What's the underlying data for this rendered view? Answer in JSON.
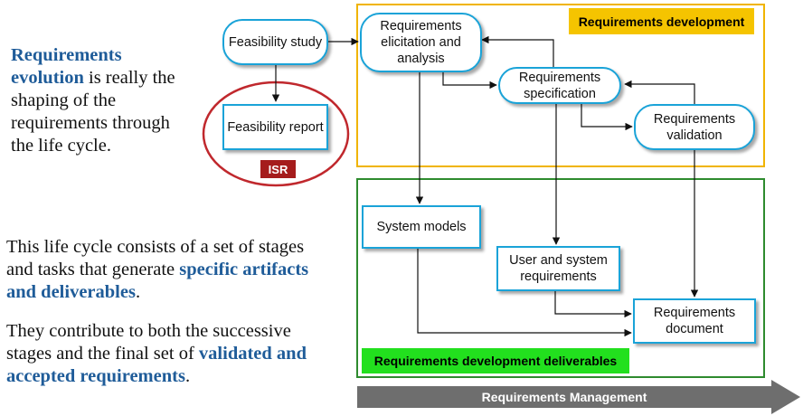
{
  "left_text": {
    "para1": {
      "highlight": "Requirements evolution",
      "rest": " is really the shaping of the requirements through the life cycle."
    },
    "para2": {
      "text": "This life cycle consists of a set of stages and tasks that generate ",
      "highlight": "specific artifacts and deliverables",
      "end": "."
    },
    "para3": {
      "text": "They contribute to both the successive stages and the final set of ",
      "highlight": "validated and accepted requirements",
      "end": "."
    }
  },
  "diagram": {
    "nodes": {
      "feasibility_study": "Feasibility study",
      "feasibility_report": "Feasibility report",
      "elicitation": "Requirements elicitation and analysis",
      "specification": "Requirements specification",
      "validation": "Requirements validation",
      "system_models": "System models",
      "user_system_req": "User and system requirements",
      "req_document": "Requirements document"
    },
    "isr_badge": "ISR",
    "regions": {
      "development": "Requirements development",
      "deliverables": "Requirements development deliverables"
    },
    "management_arrow": "Requirements Management"
  },
  "colors": {
    "box_border": "#1aa3d8",
    "highlight_text": "#1f5c99",
    "dev_region_border": "#f0b400",
    "dev_label_bg": "#f5c400",
    "deliv_region_border": "#2e8b2e",
    "deliv_label_bg": "#22e01e",
    "isr_bg": "#a51c1c",
    "isr_ellipse": "#c0282d",
    "arrow_gray": "#6e6e6e"
  }
}
